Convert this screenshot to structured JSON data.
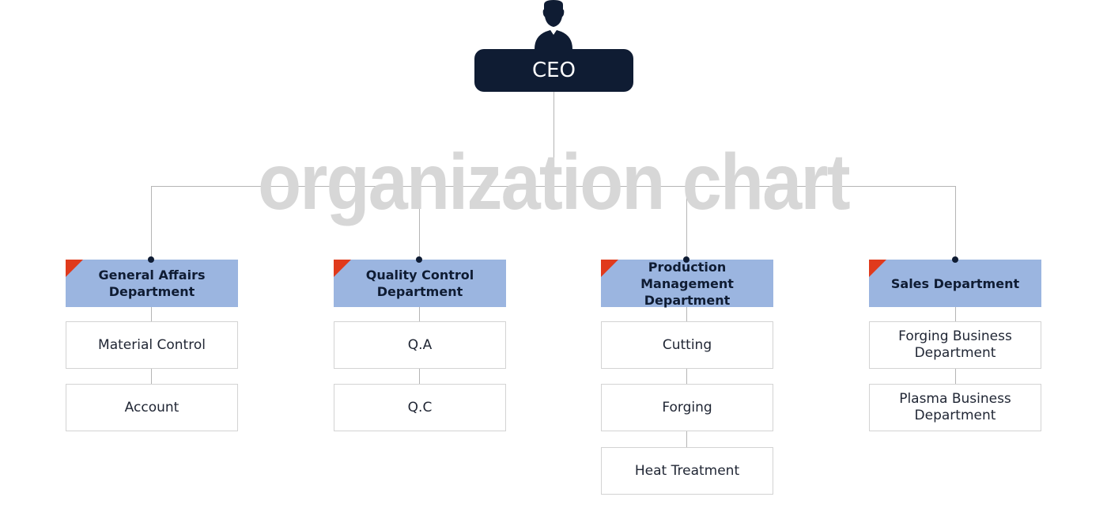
{
  "watermark": "organization chart",
  "ceo": {
    "label": "CEO",
    "icon": "person-icon",
    "color": "#0f1c33"
  },
  "colors": {
    "dept_fill": "#9bb5e0",
    "dept_accent": "#e03a1c",
    "connector": "#b5b5b5"
  },
  "departments": [
    {
      "title_line1": "General Affairs",
      "title_line2": "Department",
      "units": [
        {
          "line1": "Material Control",
          "line2": ""
        },
        {
          "line1": "Account",
          "line2": ""
        }
      ]
    },
    {
      "title_line1": "Quality Control",
      "title_line2": "Department",
      "units": [
        {
          "line1": "Q.A",
          "line2": ""
        },
        {
          "line1": "Q.C",
          "line2": ""
        }
      ]
    },
    {
      "title_line1": "Production Management",
      "title_line2": "Department",
      "units": [
        {
          "line1": "Cutting",
          "line2": ""
        },
        {
          "line1": "Forging",
          "line2": ""
        },
        {
          "line1": "Heat Treatment",
          "line2": ""
        }
      ]
    },
    {
      "title_line1": "Sales Department",
      "title_line2": "",
      "units": [
        {
          "line1": "Forging Business",
          "line2": "Department"
        },
        {
          "line1": "Plasma Business",
          "line2": "Department"
        }
      ]
    }
  ]
}
